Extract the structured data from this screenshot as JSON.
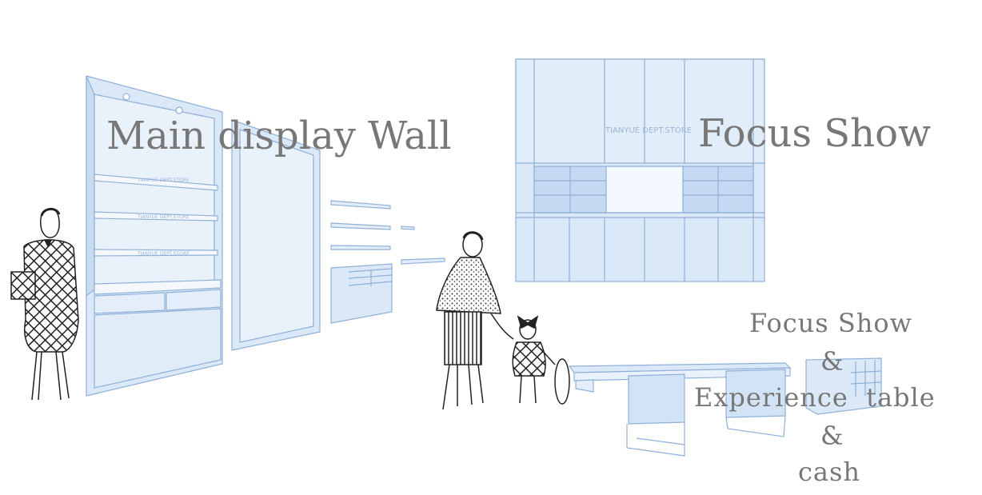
{
  "labels": {
    "main_display_wall": "Main display Wall",
    "focus_show": "Focus Show",
    "focus_show_small": "Focus Show",
    "amp1": "&",
    "experience_table": "Experience  table",
    "amp2": "&",
    "cash": "cash"
  },
  "store_brand": "TIANYUE DEPT.STORE",
  "colors": {
    "fixture_fill": "#dbe8f8",
    "fixture_stroke": "#8fb0d8",
    "label_text": "#777777",
    "sketch_ink": "#222222"
  }
}
